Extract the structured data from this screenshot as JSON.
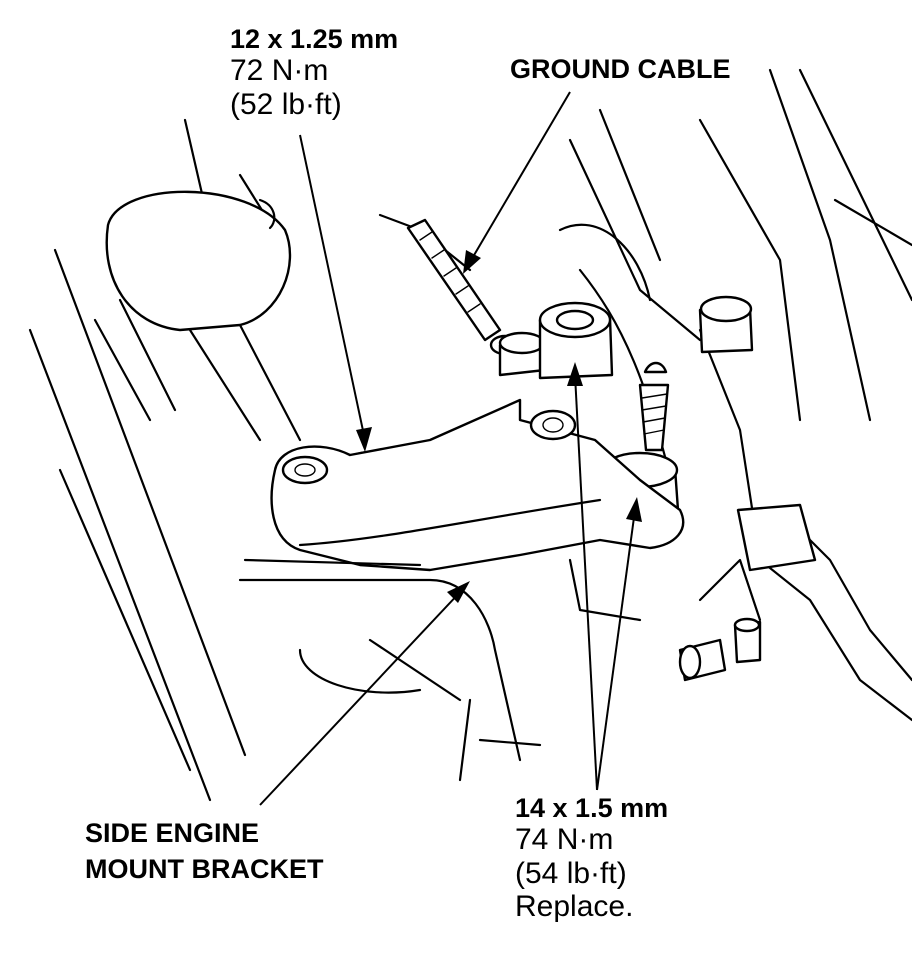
{
  "labels": {
    "bolt_12": {
      "size": "12 x 1.25 mm",
      "torque_nm": "72 N·m",
      "torque_lbft": "(52 lb·ft)"
    },
    "ground_cable": "GROUND CABLE",
    "bolt_14": {
      "size": "14 x 1.5 mm",
      "torque_nm": "74 N·m",
      "torque_lbft": "(54 lb·ft)",
      "note": "Replace."
    },
    "bracket": {
      "line1": "SIDE ENGINE",
      "line2": "MOUNT BRACKET"
    }
  }
}
